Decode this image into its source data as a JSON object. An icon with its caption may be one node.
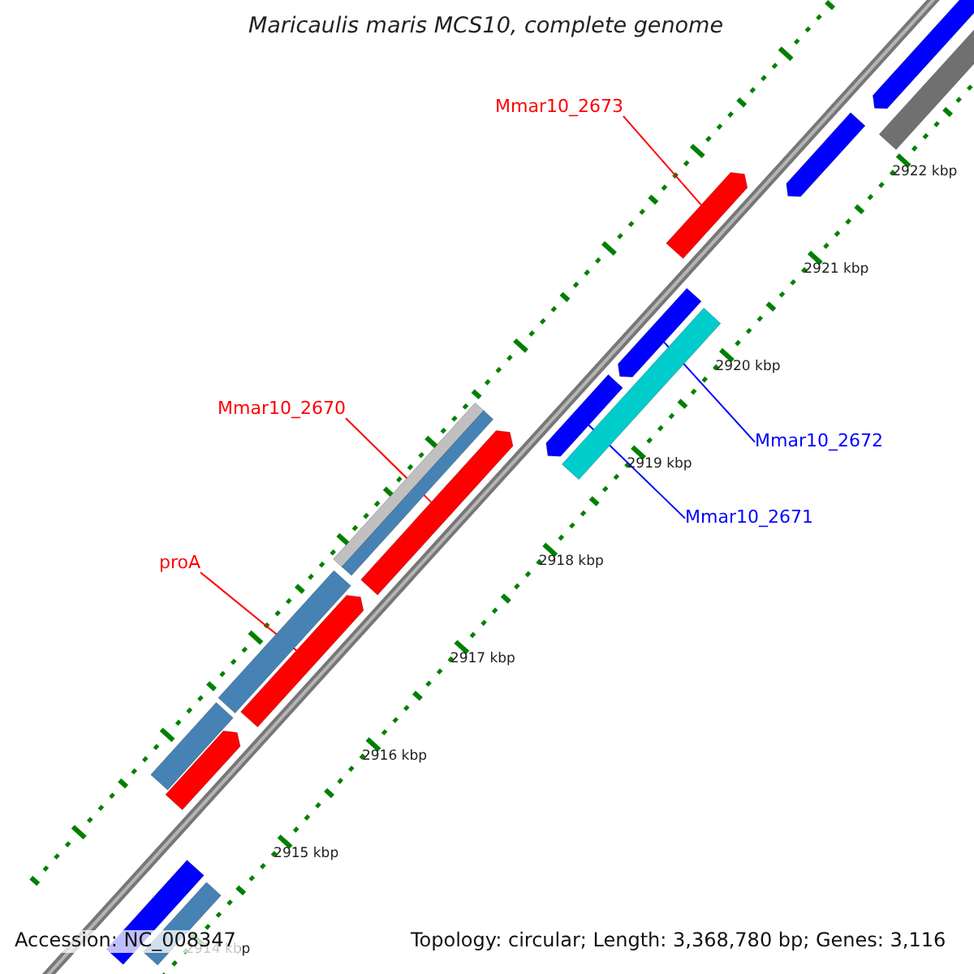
{
  "diagram": {
    "title": "Maricaulis maris MCS10, complete genome",
    "nodes": [
      {
        "text": [
          "Mmar10_2673"
        ]
      },
      {
        "text": [],
        "shape": "arrow"
      },
      {
        "text": [
          "Mmar10_2670"
        ]
      },
      {
        "text": [],
        "shape": "arrow"
      },
      {
        "text": [
          "Mmar10_2672"
        ]
      },
      {
        "text": [],
        "shape": "arrow"
      },
      {
        "text": [
          "Mmar10_2671"
        ]
      },
      {
        "text": [],
        "shape": "arrow"
      },
      {
        "text": [
          "proA"
        ]
      },
      {
        "text": [],
        "shape": "arrow"
      },
      {
        "text": [],
        "shape": "arrow"
      },
      {
        "text": [],
        "shape": "bar"
      },
      {
        "text": [],
        "shape": "arrow"
      },
      {
        "text": [],
        "shape": "bar"
      },
      {
        "text": [],
        "shape": "bar"
      },
      {
        "text": [],
        "shape": "bar"
      },
      {
        "text": [],
        "shape": "bar"
      },
      {
        "text": [],
        "shape": "arrow"
      },
      {
        "text": [],
        "shape": "bar"
      },
      {
        "text": [],
        "shape": "bar"
      },
      {
        "text": [],
        "shape": "bar"
      }
    ],
    "edges": [
      {
        "from": 0,
        "to": 1,
        "arrow": "none"
      },
      {
        "from": 2,
        "to": 3,
        "arrow": "none"
      },
      {
        "from": 4,
        "to": 5,
        "arrow": "none",
        "color": "#0000ff"
      },
      {
        "from": 6,
        "to": 7,
        "arrow": "none",
        "color": "#0000ff"
      },
      {
        "from": 8,
        "to": 9,
        "arrow": "none"
      }
    ],
    "labels": [
      "2922 kbp",
      "2921 kbp",
      "2920 kbp",
      "2919 kbp",
      "2918 kbp",
      "2917 kbp",
      "2916 kbp",
      "2915 kbp",
      "2914 kbp",
      "Accession: NC_008347",
      "Topology: circular; Length: 3,368,780 bp; Genes: 3,116"
    ]
  }
}
